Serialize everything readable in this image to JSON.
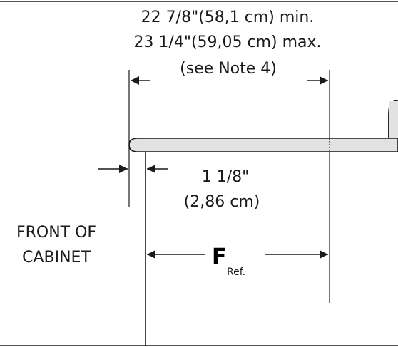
{
  "overall_width": {
    "line1": "22 7/8\"(58,1 cm) min.",
    "line2": "23 1/4\"(59,05 cm) max.",
    "note": "(see Note 4)"
  },
  "offset": {
    "line1": "1 1/8\"",
    "line2": "(2,86 cm)"
  },
  "front_label": {
    "line1": "FRONT OF",
    "line2": "CABINET"
  },
  "reference": {
    "letter": "F",
    "subscript": "Ref."
  },
  "colors": {
    "countertop_fill": "#e2e2e2",
    "ink": "#1a1a1a"
  }
}
